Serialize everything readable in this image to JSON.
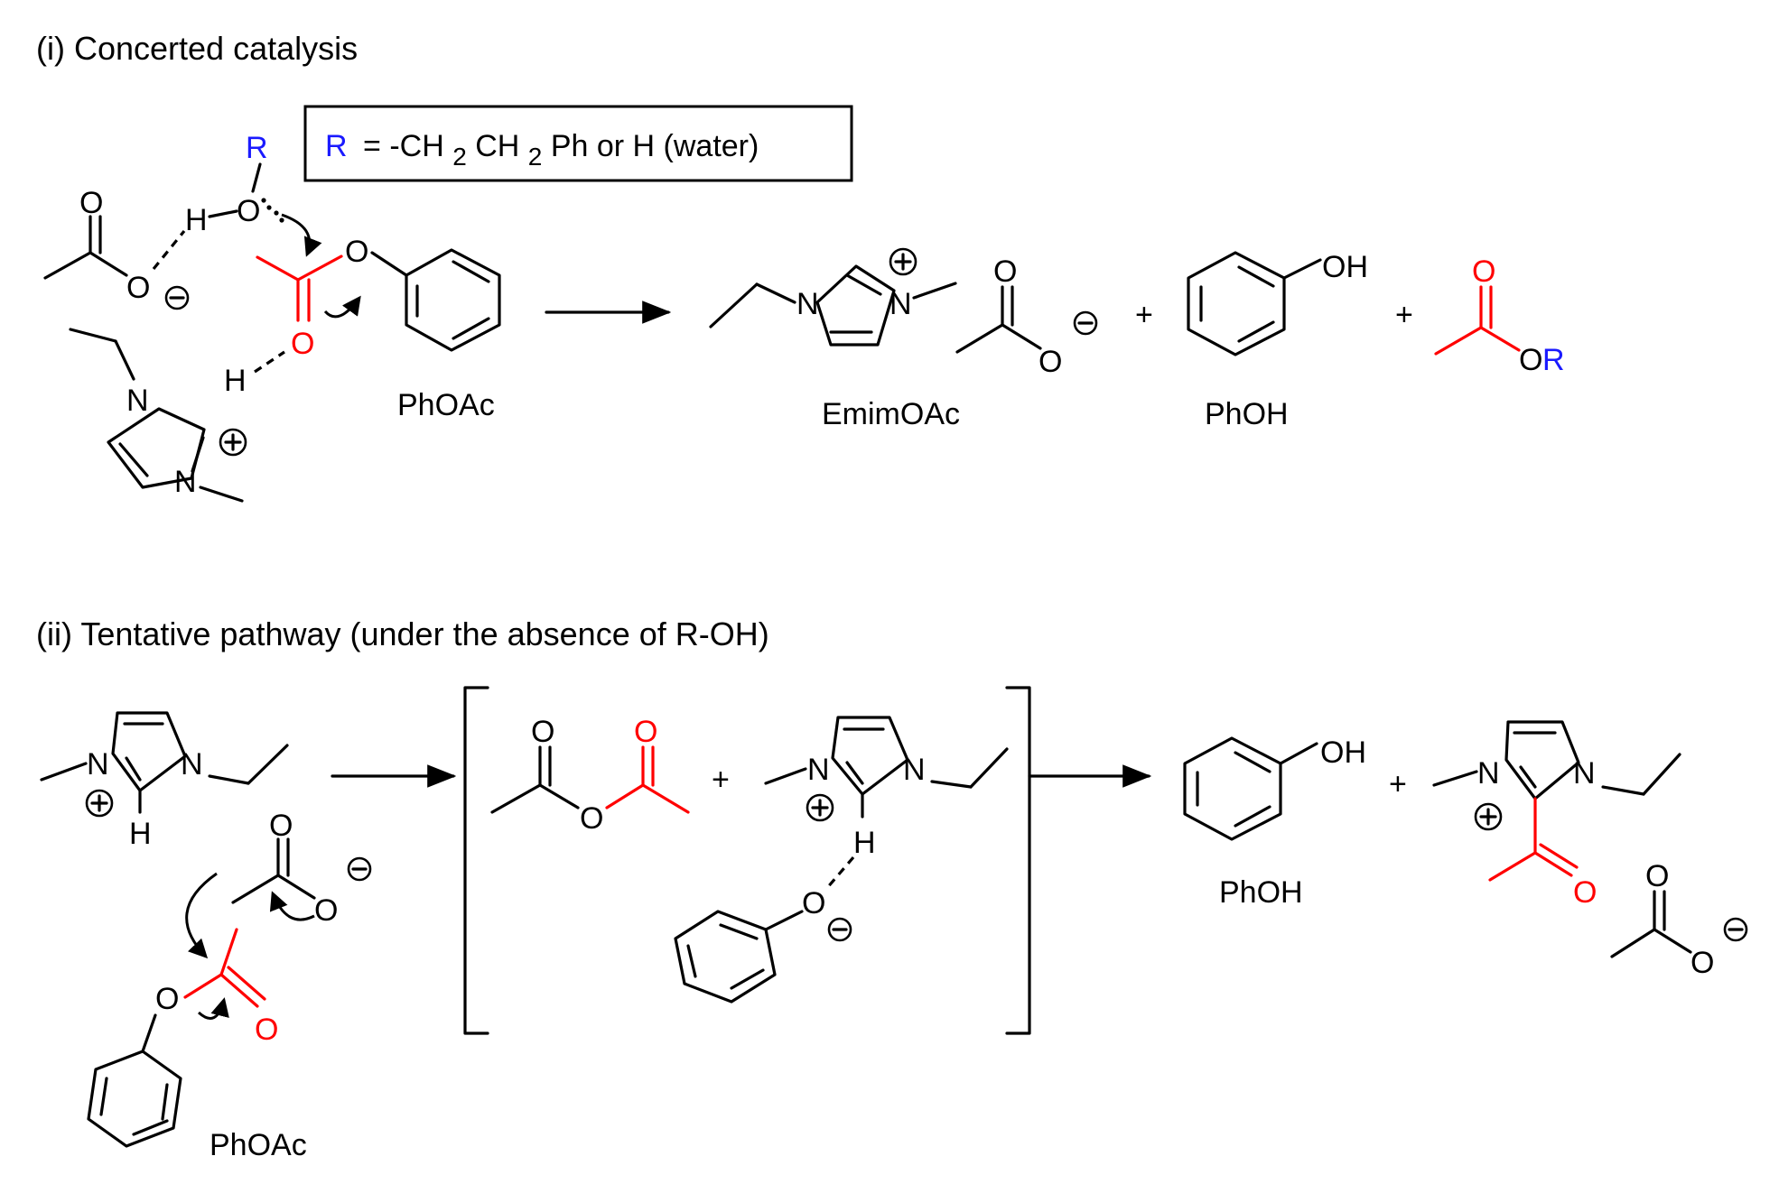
{
  "section1": {
    "title": "(i) Concerted catalysis",
    "r_definition_prefix": "R",
    "r_definition_rest": "= -CH",
    "r_definition_sub1": "2",
    "r_definition_mid": "CH",
    "r_definition_sub2": "2",
    "r_definition_tail": "Ph or H (water)",
    "r_label": "R",
    "atom_O": "O",
    "atom_H": "H",
    "atom_N": "N",
    "OH_label": "OH",
    "OR_O": "O",
    "OR_R": "R",
    "plus": "+",
    "substrate_label": "PhOAc",
    "product1_label": "EmimOAc",
    "product2_label": "PhOH"
  },
  "section2": {
    "title": "(ii) Tentative pathway (under the absence of R-OH)",
    "atom_O": "O",
    "atom_H": "H",
    "atom_N": "N",
    "OH_label": "OH",
    "plus": "+",
    "substrate_label": "PhOAc",
    "product1_label": "PhOH"
  },
  "colors": {
    "highlight_acetyl": "#ff0000",
    "highlight_R": "#1a1aff",
    "bond": "#000000"
  }
}
